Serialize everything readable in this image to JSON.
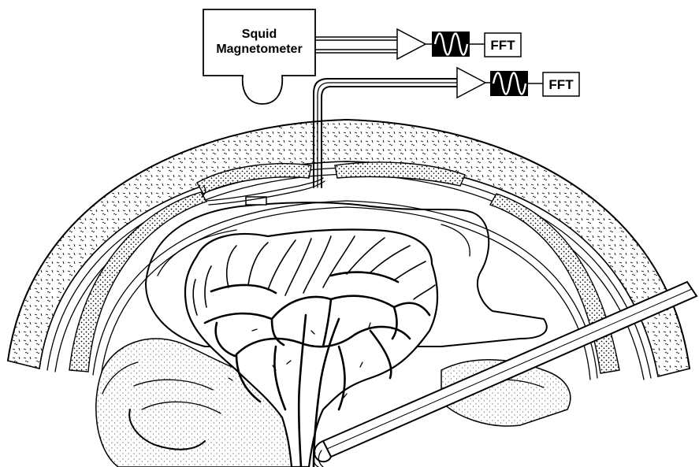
{
  "magnetometer": {
    "label_line1": "Squid",
    "label_line2": "Magnetometer"
  },
  "chain_top": {
    "fft_label": "FFT"
  },
  "chain_bottom": {
    "fft_label": "FFT"
  }
}
